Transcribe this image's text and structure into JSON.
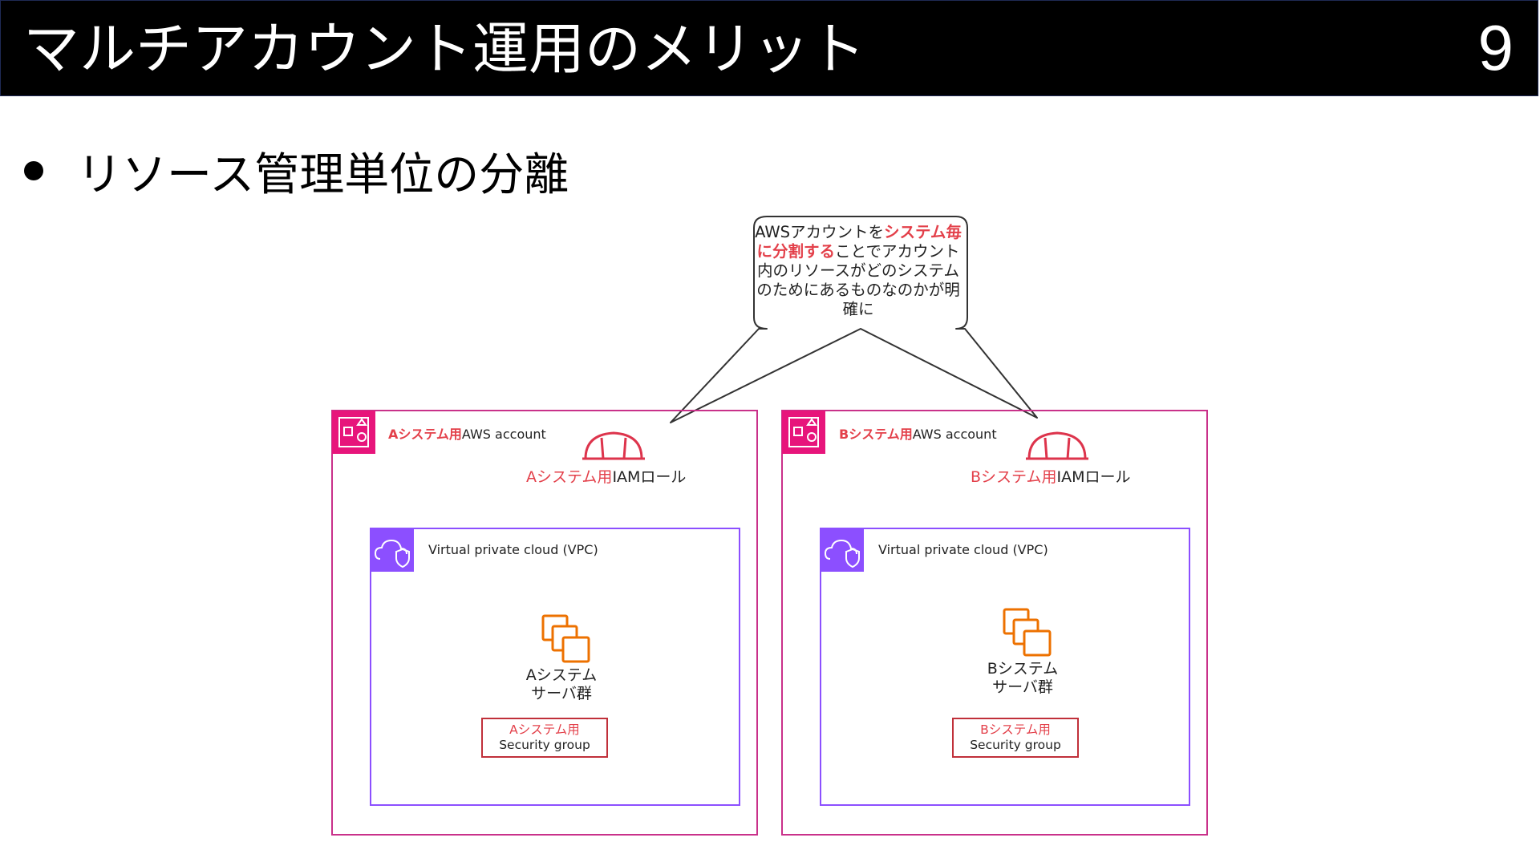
{
  "header": {
    "title": "マルチアカウント運用のメリット",
    "page_number": "9"
  },
  "bullet": {
    "text": "リソース管理単位の分離"
  },
  "callout": {
    "part1": "AWSアカウントを",
    "highlight": "システム毎に分割する",
    "part2": "ことでアカウント内のリソースがどのシステムのためにあるものなのかが明確に"
  },
  "accounts": [
    {
      "account_prefix": "Aシステム用",
      "account_suffix": "AWS account",
      "iam_prefix": "Aシステム用",
      "iam_suffix": "IAMロール",
      "vpc_label": "Virtual private cloud (VPC)",
      "server_line1": "Aシステム",
      "server_line2": "サーバ群",
      "sg_prefix": "Aシステム用",
      "sg_label": "Security group"
    },
    {
      "account_prefix": "Bシステム用",
      "account_suffix": "AWS account",
      "iam_prefix": "Bシステム用",
      "iam_suffix": "IAMロール",
      "vpc_label": "Virtual private cloud (VPC)",
      "server_line1": "Bシステム",
      "server_line2": "サーバ群",
      "sg_prefix": "Bシステム用",
      "sg_label": "Security group"
    }
  ],
  "colors": {
    "account_border": "#c9318a",
    "account_icon_bg": "#e7157b",
    "vpc_border": "#8c4fff",
    "vpc_icon_bg": "#8c4fff",
    "iam_icon": "#dd344c",
    "server_icon": "#ed7100",
    "highlight_red": "#e3404a"
  },
  "icons": {
    "account": "aws-account-icon",
    "vpc": "vpc-cloud-icon",
    "iam": "iam-role-helmet-icon",
    "server": "ec2-instances-icon"
  }
}
